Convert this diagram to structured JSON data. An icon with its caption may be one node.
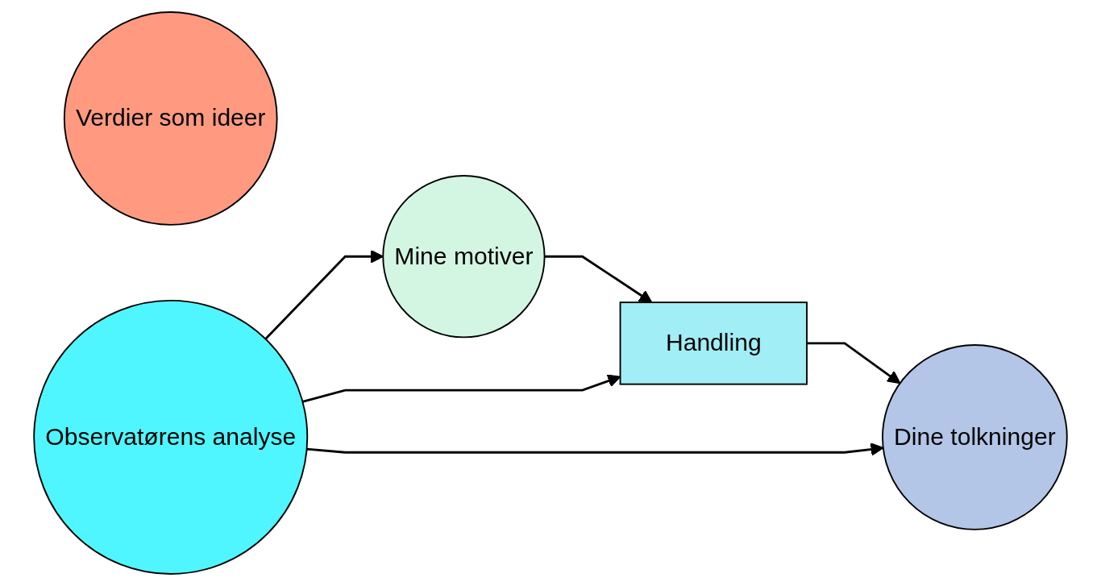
{
  "diagram": {
    "nodes": [
      {
        "text": [
          "Verdier som ideer"
        ]
      },
      {
        "text": [
          "Dine tolkninger"
        ]
      },
      {
        "text": [
          "Handling"
        ]
      },
      {
        "text": [
          "Mine motiver"
        ]
      },
      {
        "text": [
          "Observatørens analyse"
        ]
      }
    ],
    "edges": [
      {
        "from": 3,
        "to": 2,
        "arrow": "to"
      },
      {
        "from": 2,
        "to": 1,
        "arrow": "to"
      },
      {
        "from": 4,
        "to": 2,
        "arrow": "to"
      },
      {
        "from": 4,
        "to": 3,
        "arrow": "to"
      },
      {
        "from": 4,
        "to": 1,
        "arrow": "to"
      }
    ]
  }
}
